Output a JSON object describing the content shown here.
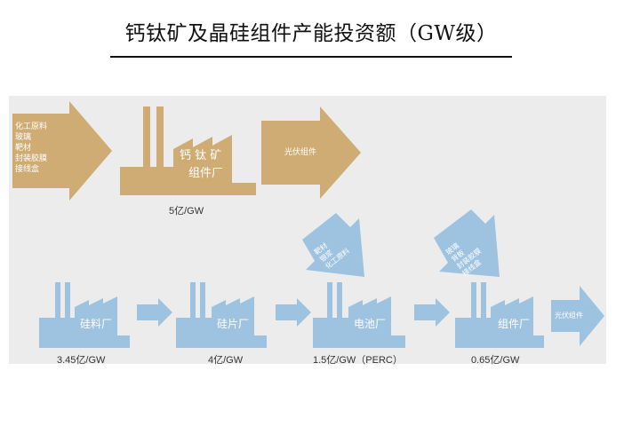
{
  "title": "钙钛矿及晶硅组件产能投资额（GW级）",
  "colors": {
    "perovskite": "#cfac73",
    "silicon": "#9ec3e0",
    "panel": "#ececec"
  },
  "perovskite_chain": {
    "input_lines": "化工原料\n玻璃\n靶材\n封装胶膜\n接线盒",
    "factory_line1": "钙 钛 矿",
    "factory_line2": "组件厂",
    "investment": "5亿/GW",
    "output": "光伏组件"
  },
  "silicon_chain": {
    "factories": [
      {
        "label": "硅料厂",
        "investment": "3.45亿/GW"
      },
      {
        "label": "硅片厂",
        "investment": "4亿/GW"
      },
      {
        "label": "电池厂",
        "investment": "1.5亿/GW（PERC）"
      },
      {
        "label": "组件厂",
        "investment": "0.65亿/GW"
      }
    ],
    "cell_inputs": "靶材\n银浆\n化工原料",
    "module_inputs": "玻璃\n背板\n封装胶膜\n接线盒",
    "output": "光伏组件"
  }
}
